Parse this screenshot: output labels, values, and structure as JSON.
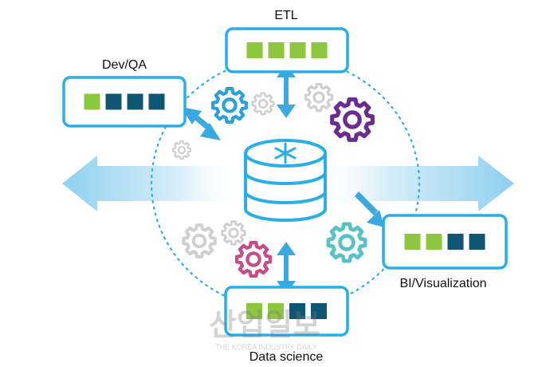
{
  "diagram": {
    "center": {
      "icon": "database-snowflake-icon",
      "trademark": "™"
    },
    "stages": [
      {
        "id": "etl",
        "label": "ETL",
        "blocks": [
          "green",
          "green",
          "green",
          "green"
        ]
      },
      {
        "id": "devqa",
        "label": "Dev/QA",
        "blocks": [
          "green",
          "navy",
          "navy",
          "navy"
        ]
      },
      {
        "id": "bi",
        "label": "BI/Visualization",
        "blocks": [
          "green",
          "green",
          "navy",
          "navy"
        ]
      },
      {
        "id": "ds",
        "label": "Data science",
        "blocks": [
          "green",
          "green",
          "navy",
          "navy"
        ]
      }
    ],
    "watermark": {
      "main": "산업일보",
      "sub": "THE KOREA INDUSTRY DAILY"
    },
    "colors": {
      "border": "#2aaee6",
      "arrow": "#3aa9df",
      "green": "#8dc63f",
      "navy": "#0f5675",
      "gear_blue": "#2f9fd8",
      "gear_purple": "#6a2c8f",
      "gear_pink": "#c84b8a",
      "gear_teal": "#56c2c8",
      "gear_gray": "#d0d0d0",
      "dotted": "#2aaee6"
    }
  }
}
